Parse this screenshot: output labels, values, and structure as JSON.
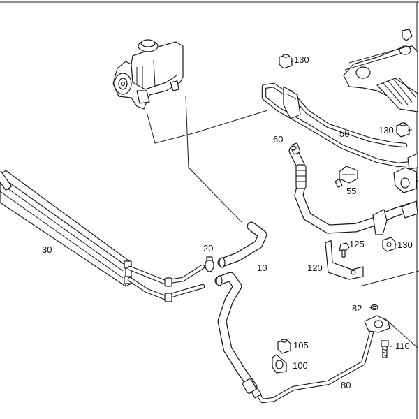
{
  "diagram": {
    "callouts": {
      "c10": "10",
      "c20": "20",
      "c30": "30",
      "c50": "50",
      "c55": "55",
      "c60": "60",
      "c80": "80",
      "c82": "82",
      "c100": "100",
      "c105": "105",
      "c110": "110",
      "c120": "120",
      "c125": "125",
      "c130a": "130",
      "c130b": "130",
      "c130c": "130"
    }
  }
}
